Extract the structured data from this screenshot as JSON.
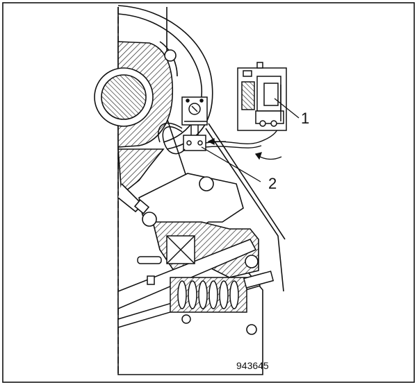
{
  "callouts": [
    {
      "label": "1"
    },
    {
      "label": "2"
    }
  ],
  "figure_number": "943645",
  "colors": {
    "line": "#111111",
    "paper": "#ffffff"
  }
}
